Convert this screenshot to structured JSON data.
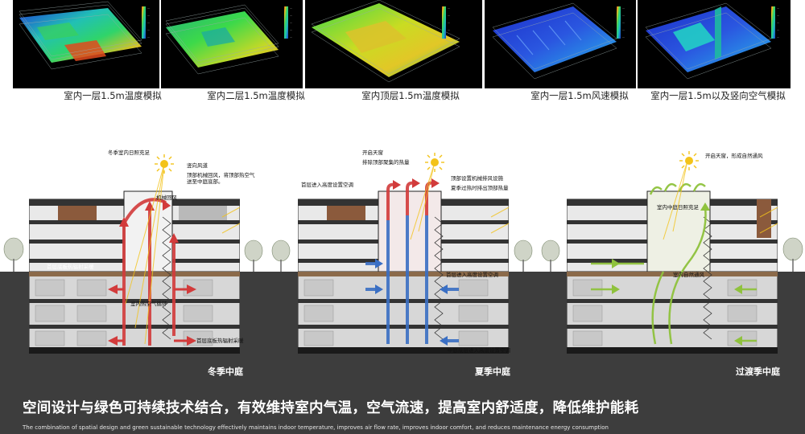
{
  "simulations": [
    {
      "caption": "室内一层1.5m温度模拟",
      "palette": "thermal"
    },
    {
      "caption": "室内二层1.5m温度模拟",
      "palette": "thermal"
    },
    {
      "caption": "室内顶层1.5m温度模拟",
      "palette": "thermal-warm"
    },
    {
      "caption": "室内一层1.5m风速模拟",
      "palette": "wind"
    },
    {
      "caption": "室内一层1.5m以及竖向空气模拟",
      "palette": "wind"
    }
  ],
  "sections": [
    {
      "title": "冬季中庭",
      "notes": {
        "sun": "冬季室内日照充足",
        "shaft": "竖向风道",
        "return": "顶部机械回风，将顶部热空气",
        "return2": "送至中庭底部。",
        "atrium": "机械回风",
        "floor1": "首层底板热辐射采暖",
        "hot_air": "室内热空气循环",
        "floor_b": "首层底板热辐射采暖"
      }
    },
    {
      "title": "夏季中庭",
      "notes": {
        "skylight": "开启天窗",
        "exhaust": "排除顶部聚集的热量",
        "inlet": "首层进入高度设置空调",
        "fan": "顶部设置机械排风设施",
        "fan2": "夏季过热时排出顶部热量",
        "ac": "首层进入高度设置空调",
        "ac_b": "中庭底层进入高度设置空调"
      }
    },
    {
      "title": "过渡季中庭",
      "notes": {
        "vent": "开启天窗，形成自然通风",
        "light": "室内中庭日照充足",
        "natural": "室内自然通风"
      }
    }
  ],
  "footer": {
    "headline": "空间设计与绿色可持续技术结合，有效维持室内气温，空气流速，提高室内舒适度，降低维护能耗",
    "subline": "The combination of spatial design and green sustainable technology effectively maintains indoor temperature, improves air flow rate, improves indoor comfort, and reduces maintenance energy consumption"
  },
  "colors": {
    "warm_arrow": "#d23b3b",
    "cool_arrow": "#3a6fc4",
    "green_arrow": "#8fc23d",
    "ground": "#3d3d3d",
    "sun": "#f3c31a"
  }
}
